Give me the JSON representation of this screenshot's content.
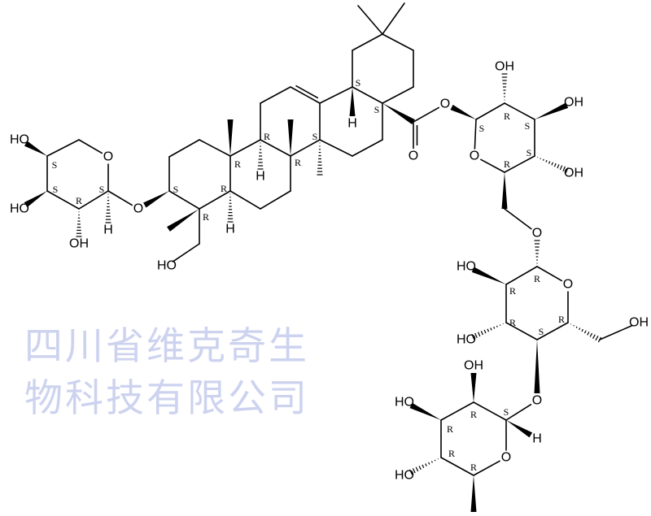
{
  "watermark": "四川省维克奇生物科技有限公司",
  "atom_labels": [
    "HO",
    "HO",
    "OH",
    "H",
    "O",
    "O",
    "HO",
    "H",
    "H",
    "H",
    "O",
    "O",
    "OH",
    "OH",
    "OH",
    "O",
    "O",
    "HO",
    "HO",
    "O",
    "OH",
    "O",
    "OH",
    "HO",
    "HO",
    "O",
    "H"
  ],
  "stereo_descriptors": [
    "S",
    "S",
    "R",
    "S",
    "S",
    "R",
    "R",
    "R",
    "R",
    "R",
    "S",
    "S",
    "S",
    "S",
    "R",
    "S",
    "S",
    "R",
    "R",
    "R",
    "R",
    "S",
    "R",
    "S",
    "R",
    "R",
    "R",
    "R",
    "S"
  ],
  "colors": {
    "bond": "#000000",
    "watermark": "#cdd3ef"
  }
}
